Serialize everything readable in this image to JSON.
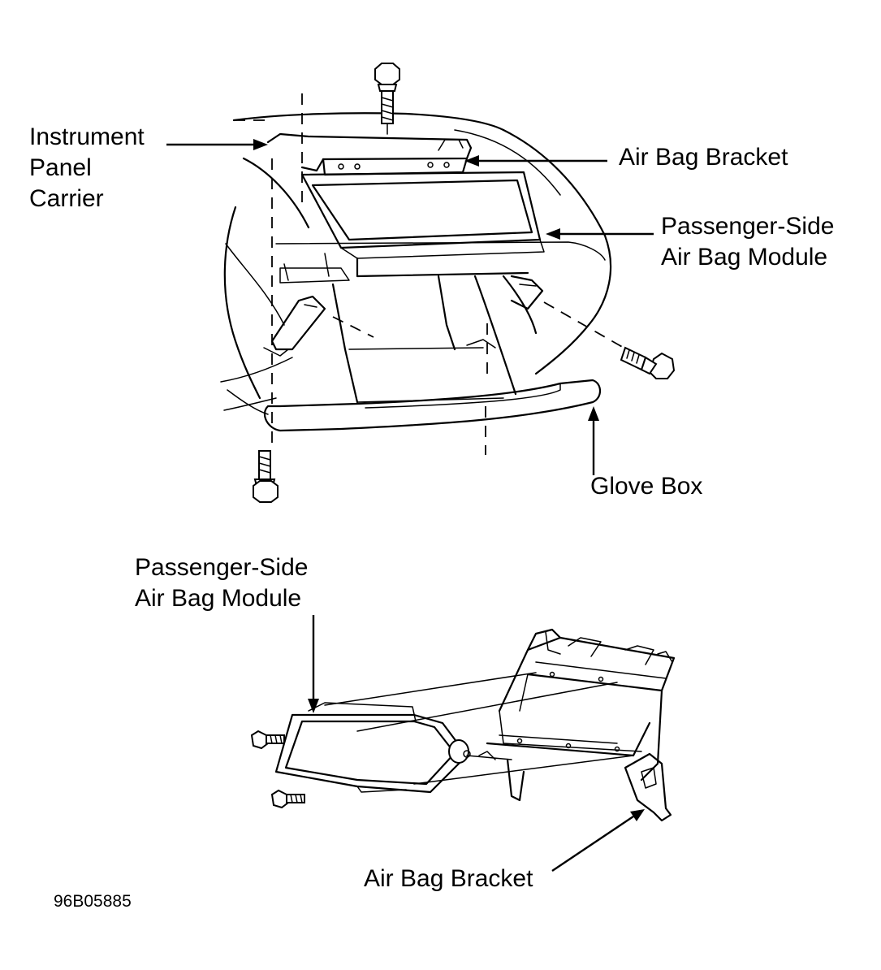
{
  "top_view": {
    "label_instrument_panel_carrier": [
      "Instrument",
      "Panel",
      "Carrier"
    ],
    "label_air_bag_bracket": "Air Bag Bracket",
    "label_passenger_side_module": [
      "Passenger-Side",
      "Air Bag Module"
    ],
    "label_glove_box": "Glove Box"
  },
  "bottom_view": {
    "label_passenger_side_module": [
      "Passenger-Side",
      "Air Bag Module"
    ],
    "label_air_bag_bracket": "Air Bag Bracket"
  },
  "figure_id": "96B05885"
}
